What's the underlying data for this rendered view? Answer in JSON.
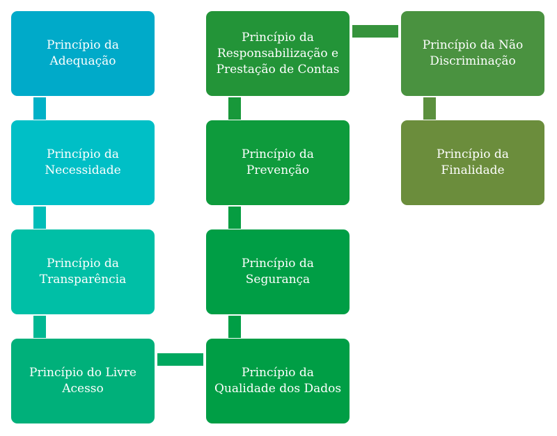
{
  "boxes": {
    "adequacao": {
      "line1": "Princípio da",
      "line2": "Adequação",
      "color": "#00aac9"
    },
    "necessidade": {
      "line1": "Princípio da",
      "line2": "Necessidade",
      "color": "#00bfc6"
    },
    "transparencia": {
      "line1": "Princípio da",
      "line2": "Transparência",
      "color": "#00bfa6"
    },
    "livre_acesso": {
      "line1": "Princípio do Livre",
      "line2": "Acesso",
      "color": "#00b07a"
    },
    "qualidade": {
      "line1": "Princípio da",
      "line2": "Qualidade dos Dados",
      "color": "#009e45"
    },
    "seguranca": {
      "line1": "Princípio da",
      "line2": "Segurança",
      "color": "#009e45"
    },
    "prevencao": {
      "line1": "Princípio da",
      "line2": "Prevenção",
      "color": "#0e9b3c"
    },
    "responsabilizacao": {
      "line1": "Princípio da",
      "line2": "Responsabilização e",
      "line3": "Prestação de Contas",
      "color": "#239438"
    },
    "nao_discriminacao": {
      "line1": "Princípio da Não",
      "line2": "Discriminação",
      "color": "#4a9240"
    },
    "finalidade": {
      "line1": "Princípio da",
      "line2": "Finalidade",
      "color": "#6b8d3c"
    }
  }
}
